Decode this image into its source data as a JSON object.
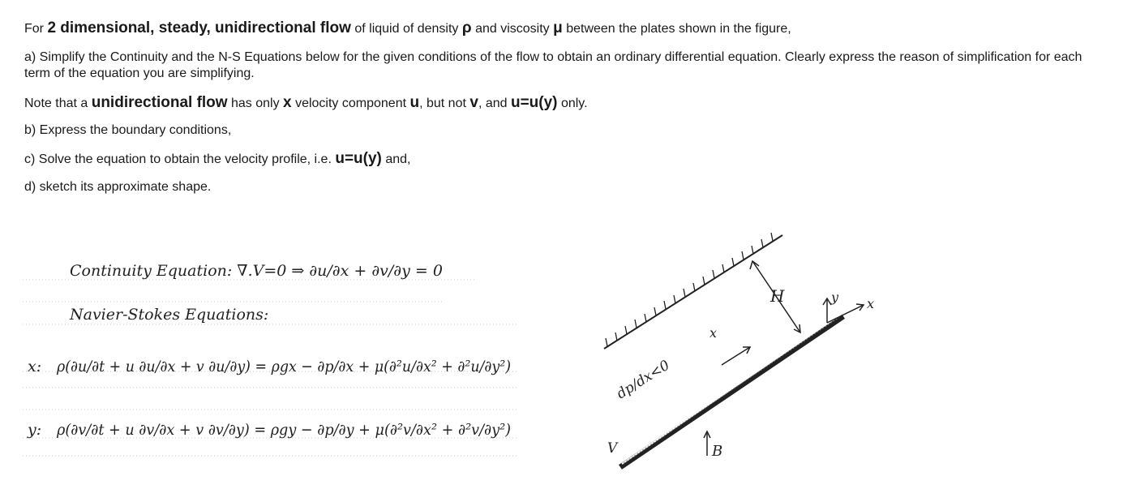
{
  "problem": {
    "p1": {
      "t1": "For ",
      "t2": "2 dimensional, steady, unidirectional flow",
      "t3": " of liquid of density ",
      "t4": "ρ",
      "t5": " and viscosity ",
      "t6": "μ",
      "t7": " between the plates shown in the figure,"
    },
    "a": "a) Simplify the Continuity and the N-S Equations below for the given conditions of the flow to obtain an ordinary differential equation. Clearly express the reason of simplification for each term of the equation you are simplifying.",
    "note": {
      "t1": "Note that a ",
      "t2": "unidirectional flow",
      "t3": " has only ",
      "t4": "x",
      "t5": " velocity component ",
      "t6": "u",
      "t7": ", but not ",
      "t8": "v",
      "t9": ", and ",
      "t10": "u=u(y)",
      "t11": " only."
    },
    "b": "b) Express the boundary conditions,",
    "c": {
      "t1": "c) Solve the equation to obtain the velocity profile, i.e. ",
      "t2": "u=u(y)",
      "t3": " and,"
    },
    "d": "d) sketch its approximate shape."
  },
  "handwritten_equations": {
    "continuity": "Continuity Equation: ∇.V=0 ⇒ ∂u/∂x + ∂v/∂y = 0",
    "ns_heading": "Navier-Stokes Equations:",
    "x_label": "x:",
    "x_equation": "ρ(∂u/∂t + u ∂u/∂x + v ∂u/∂y) = ρgx − ∂p/∂x + μ(∂²u/∂x² + ∂²u/∂y²)",
    "y_label": "y:",
    "y_equation": "ρ(∂v/∂t + u ∂v/∂x + v ∂v/∂y) = ρgy − ∂p/∂y + μ(∂²v/∂x² + ∂²v/∂y²)"
  },
  "figure": {
    "pressure_label": "dp/dx<0",
    "x_axis": "x",
    "y_axis": "y",
    "height_label": "H",
    "plate_label": "B",
    "gravity_label": "V"
  }
}
